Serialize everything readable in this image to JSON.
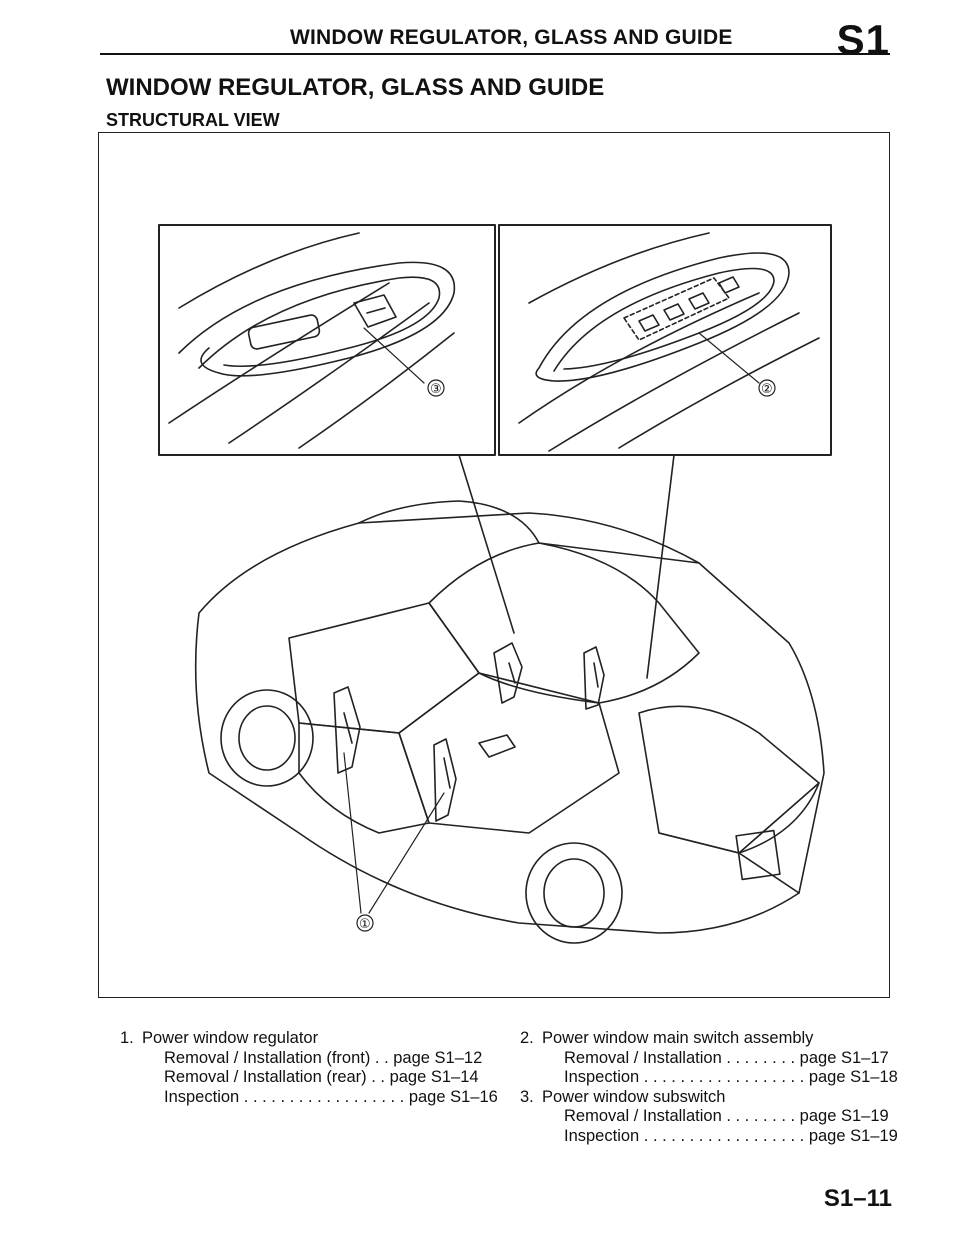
{
  "header": {
    "running_title": "WINDOW REGULATOR, GLASS AND GUIDE",
    "section_code": "S1"
  },
  "section_title": "WINDOW REGULATOR, GLASS AND GUIDE",
  "subsection_title": "STRUCTURAL VIEW",
  "figure": {
    "callouts": [
      "①",
      "②",
      "③"
    ]
  },
  "legend": {
    "left": [
      {
        "number": "1.",
        "title": "Power window regulator",
        "entries": [
          "Removal / Installation (front) . . page S1–12",
          "Removal / Installation (rear) . . page S1–14",
          "Inspection . . . . . . . . . . . . . . . . . . page S1–16"
        ]
      }
    ],
    "right": [
      {
        "number": "2.",
        "title": "Power window main switch assembly",
        "entries": [
          "Removal / Installation . . . . . . . . page S1–17",
          "Inspection . . . . . . . . . . . . . . . . . . page S1–18"
        ]
      },
      {
        "number": "3.",
        "title": "Power window subswitch",
        "entries": [
          "Removal / Installation . . . . . . . . page S1–19",
          "Inspection . . . . . . . . . . . . . . . . . . page S1–19"
        ]
      }
    ]
  },
  "page_number": "S1–11"
}
